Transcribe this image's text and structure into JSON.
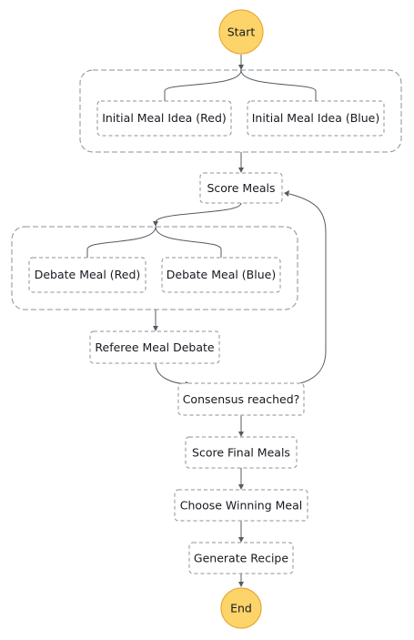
{
  "workflow": {
    "start_label": "Start",
    "end_label": "End",
    "states": {
      "initial_red": "Initial Meal Idea (Red)",
      "initial_blue": "Initial Meal Idea (Blue)",
      "score_meals": "Score Meals",
      "debate_red": "Debate Meal (Red)",
      "debate_blue": "Debate Meal (Blue)",
      "referee": "Referee Meal Debate",
      "consensus": "Consensus reached?",
      "score_final": "Score Final Meals",
      "choose_winner": "Choose Winning Meal",
      "generate_recipe": "Generate Recipe"
    }
  },
  "colors": {
    "terminal_fill": "#fcd46a",
    "terminal_stroke": "#e8a93a",
    "box_stroke": "#8d9096",
    "edge": "#555b63"
  }
}
